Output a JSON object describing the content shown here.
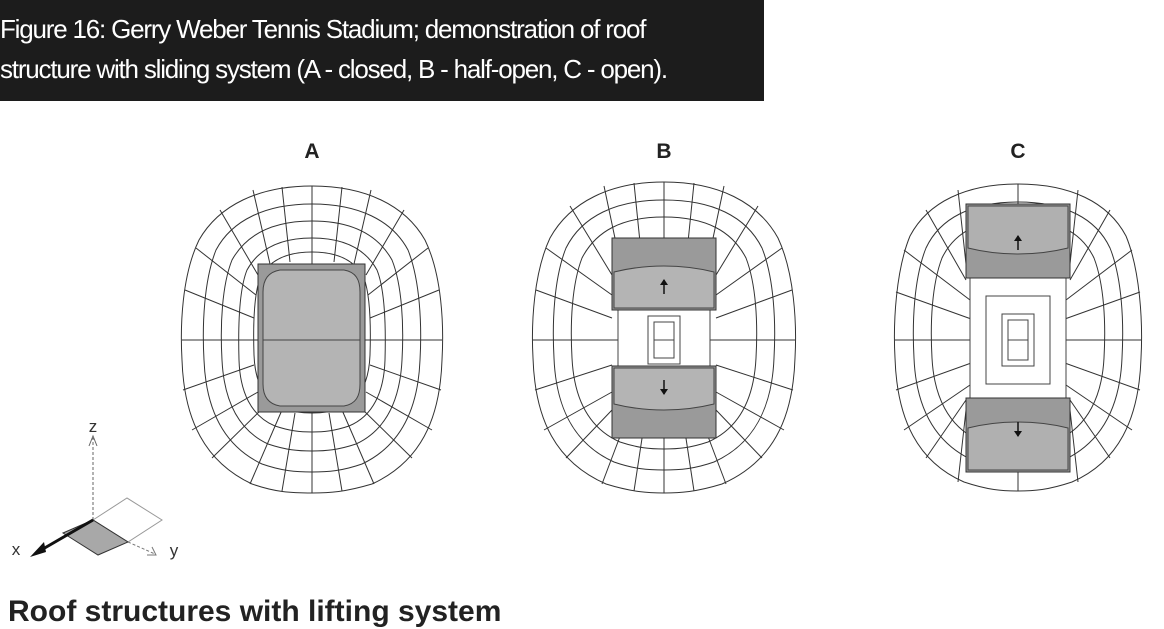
{
  "caption": {
    "line1": "Figure 16: Gerry Weber Tennis Stadium; demonstration of roof",
    "line2": "structure with sliding system (A - closed, B - half-open, C - open)."
  },
  "panels": [
    {
      "label": "A",
      "state": "closed",
      "roof_open_fraction": 0.0
    },
    {
      "label": "B",
      "state": "half-open",
      "roof_open_fraction": 0.5
    },
    {
      "label": "C",
      "state": "open",
      "roof_open_fraction": 1.0
    }
  ],
  "axes": {
    "x": "x",
    "y": "y",
    "z": "z"
  },
  "colors": {
    "caption_bg": "#1c1c1c",
    "caption_text": "#ffffff",
    "roof_fill": "#b4b4b4",
    "roof_dark": "#9a9a9a",
    "grid_line": "#333333"
  },
  "next_heading": "Roof structures with lifting system"
}
